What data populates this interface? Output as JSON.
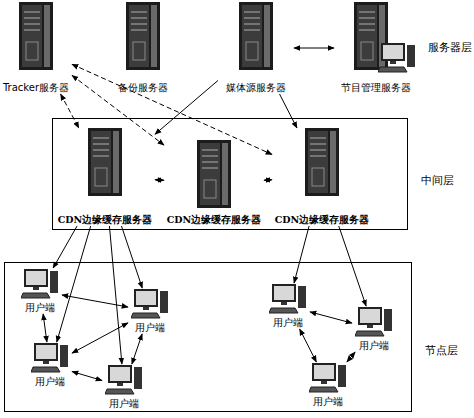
{
  "diagram": {
    "nodes": [
      {
        "text": [
          "Tracker服务器"
        ]
      },
      {
        "text": [
          "备份服务器"
        ]
      },
      {
        "text": [
          "媒体源服务器"
        ]
      },
      {
        "text": [
          "节目管理服务器"
        ]
      },
      {
        "text": [
          "中间层"
        ]
      },
      {
        "text": [
          "CDN边缘缓存服务器"
        ],
        "in": 4
      },
      {
        "text": [
          "CDN边缘缓存服务器"
        ],
        "in": 4
      },
      {
        "text": [
          "CDN边缘缓存服务器"
        ],
        "in": 4
      },
      {
        "text": [
          "节点层"
        ]
      },
      {
        "text": [
          "用户端"
        ],
        "in": 8
      },
      {
        "text": [
          "用户端"
        ],
        "in": 8
      },
      {
        "text": [
          "用户端"
        ],
        "in": 8
      },
      {
        "text": [
          "用户端"
        ],
        "in": 8
      },
      {
        "text": [
          "用户端"
        ],
        "in": 8
      },
      {
        "text": [
          "用户端"
        ],
        "in": 8
      },
      {
        "text": [
          "用户端"
        ],
        "in": 8
      }
    ],
    "edges": [
      {
        "from": 2,
        "to": 3,
        "arrow": "both"
      },
      {
        "from": 2,
        "to": 5,
        "arrow": "to"
      },
      {
        "from": 2,
        "to": 7,
        "arrow": "to"
      },
      {
        "from": 0,
        "to": 5,
        "arrow": "both"
      },
      {
        "from": 0,
        "to": 6,
        "arrow": "both"
      },
      {
        "from": 0,
        "to": 7,
        "arrow": "both"
      },
      {
        "from": 5,
        "to": 6,
        "arrow": "both"
      },
      {
        "from": 6,
        "to": 7,
        "arrow": "both"
      },
      {
        "from": 5,
        "to": 9,
        "arrow": "to"
      },
      {
        "from": 5,
        "to": 10,
        "arrow": "to"
      },
      {
        "from": 5,
        "to": 13,
        "arrow": "to"
      },
      {
        "from": 5,
        "to": 14,
        "arrow": "to"
      },
      {
        "from": 7,
        "to": 11,
        "arrow": "to"
      },
      {
        "from": 7,
        "to": 12,
        "arrow": "to"
      },
      {
        "from": 9,
        "to": 10,
        "arrow": "both"
      },
      {
        "from": 9,
        "to": 13,
        "arrow": "both"
      },
      {
        "from": 10,
        "to": 13,
        "arrow": "both"
      },
      {
        "from": 13,
        "to": 14,
        "arrow": "both"
      },
      {
        "from": 10,
        "to": 14,
        "arrow": "both"
      },
      {
        "from": 11,
        "to": 12,
        "arrow": "both"
      },
      {
        "from": 11,
        "to": 15,
        "arrow": "both"
      },
      {
        "from": 12,
        "to": 15,
        "arrow": "both"
      }
    ],
    "labels": [
      "服务器层"
    ]
  }
}
